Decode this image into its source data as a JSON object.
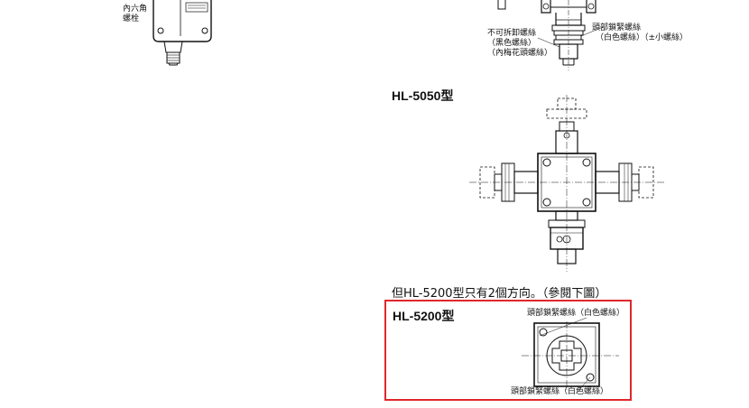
{
  "left_fragment": {
    "label_lines": [
      "內六角",
      "螺栓"
    ]
  },
  "top_fragment": {
    "fixed_screw_lines": [
      "不可拆卸螺絲",
      "（黑色螺絲）",
      "（內梅花頭螺絲）"
    ],
    "head_lock_screw_lines": [
      "頭部鎖緊螺絲",
      "（白色螺絲）（±小螺絲）"
    ]
  },
  "section_5050": {
    "title": "HL-5050型"
  },
  "note": "但HL-5200型只有2個方向。（參閱下圖）",
  "section_5200": {
    "title": "HL-5200型",
    "label_top": "頭部鎖緊螺絲（白色螺絲）",
    "label_bottom": "頭部鎖緊螺絲（白色螺絲）",
    "highlight_color": "#e0262d"
  }
}
